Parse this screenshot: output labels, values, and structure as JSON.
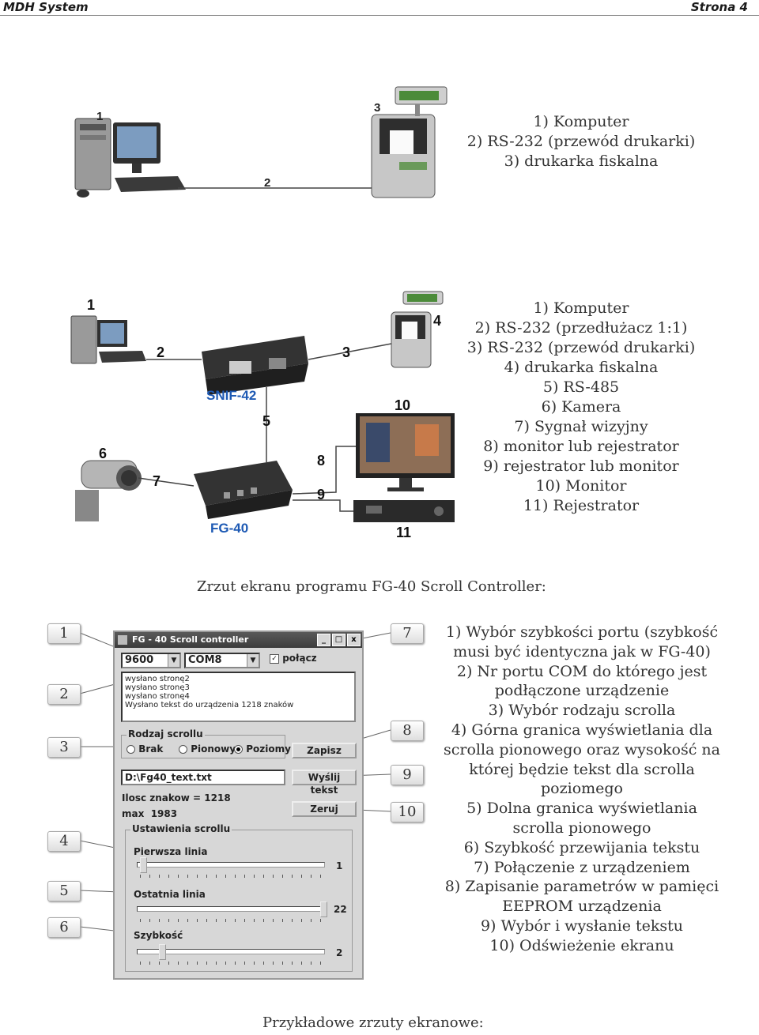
{
  "header": {
    "left": "MDH System",
    "right": "Strona 4"
  },
  "diagram1": {
    "labels": [
      "1",
      "2",
      "3"
    ],
    "legend": [
      "1) Komputer",
      "2) RS-232 (przewód drukarki)",
      "3) drukarka fiskalna"
    ]
  },
  "diagram2": {
    "labels": [
      "1",
      "2",
      "3",
      "4",
      "5",
      "6",
      "7",
      "8",
      "9",
      "10",
      "11"
    ],
    "device_labels": [
      "SNIF-42",
      "FG-40"
    ],
    "legend": [
      "1) Komputer",
      "2) RS-232 (przedłużacz 1:1)",
      "3) RS-232 (przewód drukarki)",
      "4) drukarka fiskalna",
      "5) RS-485",
      "6) Kamera",
      "7) Sygnał wizyjny",
      "8) monitor lub rejestrator",
      "9) rejestrator lub monitor",
      "10) Monitor",
      "11) Rejestrator"
    ]
  },
  "screenshot_caption": "Zrzut ekranu programu FG-40 Scroll Controller:",
  "app": {
    "title": "FG - 40 Scroll controller",
    "title_buttons": [
      "_",
      "□",
      "x"
    ],
    "baud": "9600",
    "port": "COM8",
    "connect_label": "połącz",
    "log": [
      "wysłano stronę2",
      "wysłano stronę3",
      "wysłano stronę4",
      "Wysłano tekst do urządzenia 1218 znaków"
    ],
    "scroll_group": "Rodzaj scrollu",
    "scroll_options": [
      "Brak",
      "Pionowy",
      "Poziomy"
    ],
    "save_button": "Zapisz",
    "file_path": "D:\\Fg40_text.txt",
    "send_button": "Wyślij tekst",
    "char_count": "Ilosc znakow = 1218",
    "max": "max  1983",
    "reset_button": "Zeruj",
    "settings_group": "Ustawienia scrollu",
    "first_line_label": "Pierwsza linia",
    "first_line_value": "1",
    "last_line_label": "Ostatnia linia",
    "last_line_value": "22",
    "speed_label": "Szybkość",
    "speed_value": "2"
  },
  "callouts": [
    "1",
    "2",
    "3",
    "4",
    "5",
    "6",
    "7",
    "8",
    "9",
    "10"
  ],
  "legend3": [
    "1) Wybór szybkości portu (szybkość",
    "musi być identyczna jak w FG-40)",
    "2) Nr portu COM do którego jest",
    "podłączone urządzenie",
    "3) Wybór rodzaju scrolla",
    "4) Górna granica wyświetlania dla",
    "scrolla pionowego oraz wysokość na",
    "której będzie tekst dla scrolla",
    "poziomego",
    "5) Dolna granica wyświetlania",
    "scrolla pionowego",
    "6) Szybkość przewijania tekstu",
    "7) Połączenie z urządzeniem",
    "8) Zapisanie parametrów w pamięci",
    "EEPROM urządzenia",
    "9) Wybór i wysłanie tekstu",
    "10) Odświeżenie ekranu"
  ],
  "footer_caption": "Przykładowe zrzuty ekranowe:"
}
